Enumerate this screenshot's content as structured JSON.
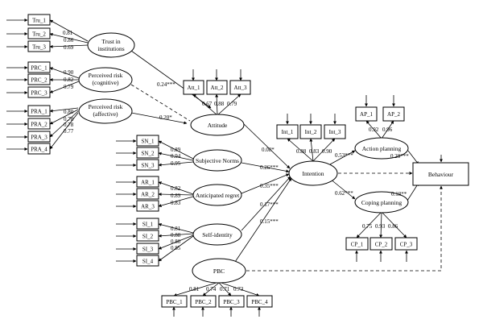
{
  "indicators": {
    "tru_1": "Tru_1",
    "tru_2": "Tru_2",
    "tru_3": "Tru_3",
    "prc_1": "PRC_1",
    "prc_2": "PRC_2",
    "prc_3": "PRC_3",
    "pra_1": "PRA_1",
    "pra_2": "PRA_2",
    "pra_3": "PRA_3",
    "pra_4": "PRA_4",
    "att_1": "Att_1",
    "att_2": "Att_2",
    "att_3": "Att_3",
    "sn_1": "SN_1",
    "sn_2": "SN_2",
    "sn_3": "SN_3",
    "ar_1": "AR_1",
    "ar_2": "AR_2",
    "ar_3": "AR_3",
    "si_1": "SI_1",
    "si_2": "SI_2",
    "si_3": "SI_3",
    "si_4": "SI_4",
    "int_1": "Int_1",
    "int_2": "Int_2",
    "int_3": "Int_3",
    "ap_1": "AP_1",
    "ap_2": "AP_2",
    "cp_1": "CP_1",
    "cp_2": "CP_2",
    "cp_3": "CP_3",
    "pbc_1": "PBC_1",
    "pbc_2": "PBC_2",
    "pbc_3": "PBC_3",
    "pbc_4": "PBC_4"
  },
  "constructs": {
    "trust_line1": "Trust in",
    "trust_line2": "institutions",
    "prc_line1": "Perceived risk",
    "prc_line2": "(cognitive)",
    "pra_line1": "Perceived risk",
    "pra_line2": "(affective)",
    "attitude": "Attitude",
    "subjective_norms": "Subjective Norms",
    "anticipated_regret": "Anticipated regret",
    "self_identity": "Self-identity",
    "pbc": "PBC",
    "intention": "Intention",
    "action_planning": "Action planning",
    "coping_planning": "Coping planning",
    "behaviour": "Behaviour"
  },
  "loadings": {
    "tru": [
      "0.81",
      "0.86",
      "0.69"
    ],
    "prc": [
      "0.90",
      "0.82",
      "0.79"
    ],
    "pra": [
      "0.80",
      "0.78",
      "0.78",
      "0.77"
    ],
    "att": [
      "0.67",
      "0.88",
      "0.79"
    ],
    "sn": [
      "0.89",
      "0.94",
      "0.95"
    ],
    "ar": [
      "0.82",
      "0.89",
      "0.83"
    ],
    "si": [
      "0.81",
      "0.88",
      "0.80",
      "0.85"
    ],
    "int": [
      "0.88",
      "0.83",
      "0.90"
    ],
    "ap": [
      "0.92",
      "0.96"
    ],
    "cp": [
      "0.75",
      "0.93",
      "0.86"
    ],
    "pbc": [
      "0.81",
      "0.74",
      "0.71",
      "0.73"
    ]
  },
  "paths": {
    "trust_attitude": "0.24***",
    "pra_attitude": "0.20*",
    "attitude_intention": "0.08*",
    "sn_intention": "0.26***",
    "ar_intention": "0.35***",
    "si_intention": "0.17***",
    "pbc_intention": "0.15***",
    "intention_ap": "0.53***",
    "intention_cp": "0.62***",
    "ap_behaviour": "0.28***",
    "cp_behaviour": "0.18**"
  }
}
